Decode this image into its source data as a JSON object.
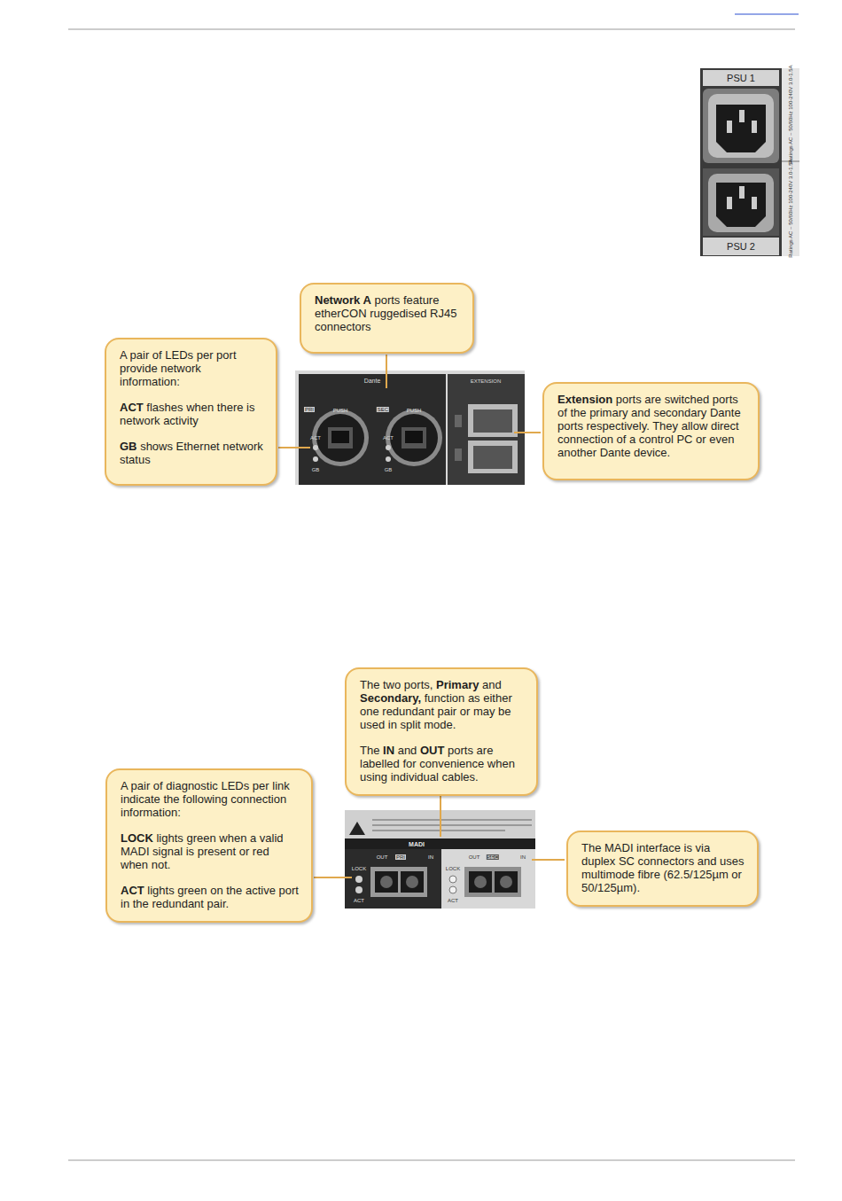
{
  "diagram": {
    "nodes": [
      {
        "text": [
          "A pair of LEDs per port provide network information:",
          "ACT",
          "flashes when there is network activity",
          "GB",
          "shows Ethernet network status"
        ]
      },
      {
        "text": [
          "Network A",
          "ports feature etherCON ruggedised RJ45 connectors"
        ]
      },
      {
        "text": [
          "Extension",
          "ports are switched ports of the primary and secondary Dante ports respectively. They allow direct connection of a control PC or even another Dante device."
        ]
      },
      {
        "text": [
          "The two ports,",
          "Primary",
          "and",
          "Secondary,",
          "function as either one redundant pair or may be used in split mode.",
          "The",
          "IN",
          "and",
          "OUT",
          "ports are labelled for convenience when using individual cables."
        ]
      },
      {
        "text": [
          "A pair of diagnostic LEDs per link indicate the following connection information:",
          "LOCK",
          "lights green when a valid MADI signal is present or red when not.",
          "ACT",
          "lights green on the active port in the redundant pair."
        ]
      },
      {
        "text": [
          "The MADI interface is via duplex SC connectors and uses multimode fibre (62.5/125µm or 50/125µm)."
        ]
      }
    ],
    "labels": [
      "PSU 1",
      "Ratings AC ~ 50/60Hz 100-240V 3.0-1.5A",
      "Ratings AC ~ 50/60Hz 100-240V 3.0-1.5A",
      "PSU 2",
      "PUSH",
      "PUSH",
      "Dante",
      "PRI",
      "SEC",
      "ACT",
      "GB",
      "ACT",
      "GB",
      "EXTENSION",
      "MADI",
      "LOCK",
      "ACT",
      "OUT",
      "PRI",
      "IN",
      "LOCK",
      "ACT",
      "OUT",
      "SEC",
      "IN"
    ]
  }
}
